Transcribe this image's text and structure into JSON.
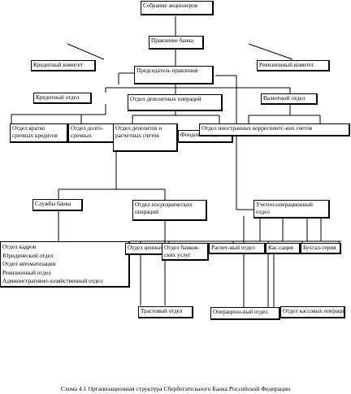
{
  "diagram": {
    "shareholders": "Собрание акционеров",
    "board": "Правление банка",
    "credit_committee": "Кредитный комитет",
    "audit_committee": "Ревизионный комитет",
    "chairman": "Председатель правления",
    "credit_dept": "Кредитный отдел",
    "deposit_ops_dept": "Отдел депозитных операций",
    "fx_dept": "Валютный отдел",
    "short_term_credit": "Отдел кратко срочных кредитов",
    "long_term_credit": "Отдел долго-срочных кредитов",
    "deposits_settlements": "Отдел депозитов и расчетных счетов",
    "securities_dept": "Фондовый отдел",
    "correspondent_accounts": "Отдел иностранных корреспонтс-ких счетов",
    "bank_services": "Службы банка",
    "intermediary_ops": "Отдел посреднических операций",
    "accounting_ops": "Учетно-операционный отдел",
    "services_list": [
      "Отдел кадров",
      "Юридический отдел",
      "Отдел автоматизации",
      "Ревизионный отдел",
      "Административно-хозяйственный отдел"
    ],
    "securities_paper": "Отдел ценных бумаг",
    "banking_services": "Отдел банков-ских услуг",
    "settlement_dept": "Расчет-ный отдел",
    "cash_dept": "Кас-сация",
    "accounting": "Бухгал-терия",
    "trust_dept": "Трастовый отдел",
    "operations_dept": "Операцион-ный отдел",
    "cash_ops_dept": "Отдел кассовых операций"
  },
  "caption": "Схема 4.1 Организационная структура Сбербегательного Банка Российской Федерации"
}
